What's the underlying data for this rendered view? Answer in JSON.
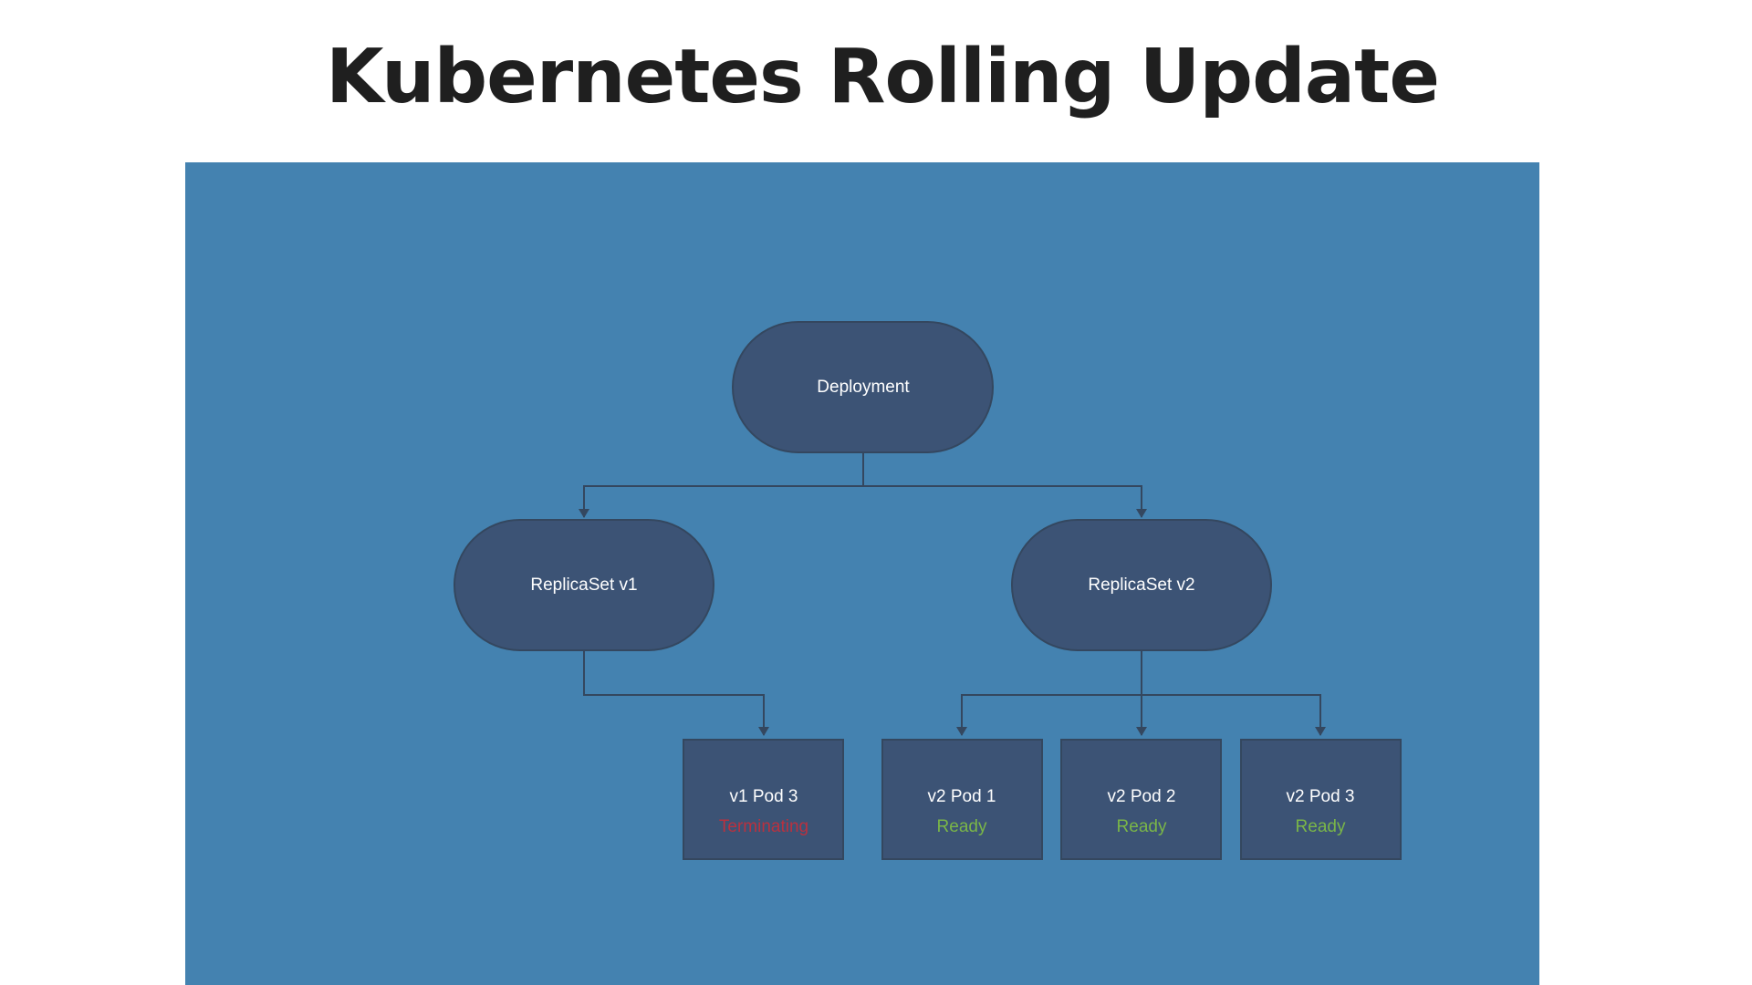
{
  "title": "Kubernetes Rolling Update",
  "colors": {
    "background": "#4482b0",
    "node_fill": "#3c5375",
    "node_stroke": "#34475f",
    "edge": "#34475f",
    "text": "#ffffff",
    "terminating": "#b9313f",
    "ready": "#7ab648"
  },
  "diagram": {
    "deployment": {
      "label": "Deployment"
    },
    "replicasets": [
      {
        "label": "ReplicaSet v1"
      },
      {
        "label": "ReplicaSet v2"
      }
    ],
    "pods": [
      {
        "label": "v1 Pod 3",
        "status": "Terminating",
        "state": "terminating",
        "parent": 0
      },
      {
        "label": "v2 Pod 1",
        "status": "Ready",
        "state": "ready",
        "parent": 1
      },
      {
        "label": "v2 Pod 2",
        "status": "Ready",
        "state": "ready",
        "parent": 1
      },
      {
        "label": "v2 Pod 3",
        "status": "Ready",
        "state": "ready",
        "parent": 1
      }
    ]
  }
}
